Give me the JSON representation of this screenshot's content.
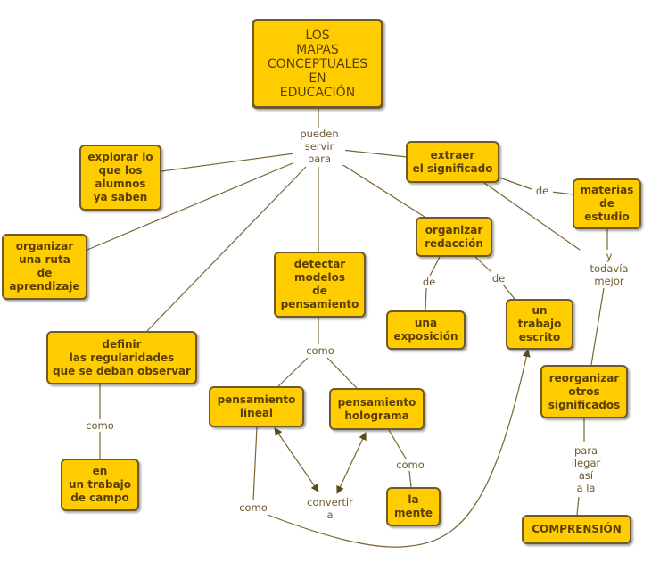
{
  "nodes": {
    "root": "LOS\nMAPAS\nCONCEPTUALES\nEN\nEDUCACIÓN",
    "explorar": "explorar lo\nque los\nalumnos\nya saben",
    "ruta": "organizar\nuna ruta\nde\naprendizaje",
    "definir": "definir\nlas regularidades\nque se deban observar",
    "campo": "en\nun trabajo\nde campo",
    "detectar": "detectar\nmodelos\nde\npensamiento",
    "lineal": "pensamiento\nlineal",
    "holograma": "pensamiento\nholograma",
    "mente": "la\nmente",
    "extraer": "extraer\nel significado",
    "materias": "materias\nde\nestudio",
    "redaccion": "organizar\nredacción",
    "exposicion": "una\nexposición",
    "escrito": "un\ntrabajo\nescrito",
    "reorganizar": "reorganizar\notros\nsignificados",
    "comprension": "COMPRENSIÓN"
  },
  "links": {
    "pueden": "pueden\nservir\npara",
    "como_campo": "como",
    "como_pens": "como",
    "convertir": "convertir\na",
    "como_mente": "como",
    "como_escrito": "como",
    "de_materias": "de",
    "de_exposicion": "de",
    "de_escrito": "de",
    "y_todavia": "y\ntodavía\nmejor",
    "para_llegar": "para\nllegar\nasí\na la"
  }
}
